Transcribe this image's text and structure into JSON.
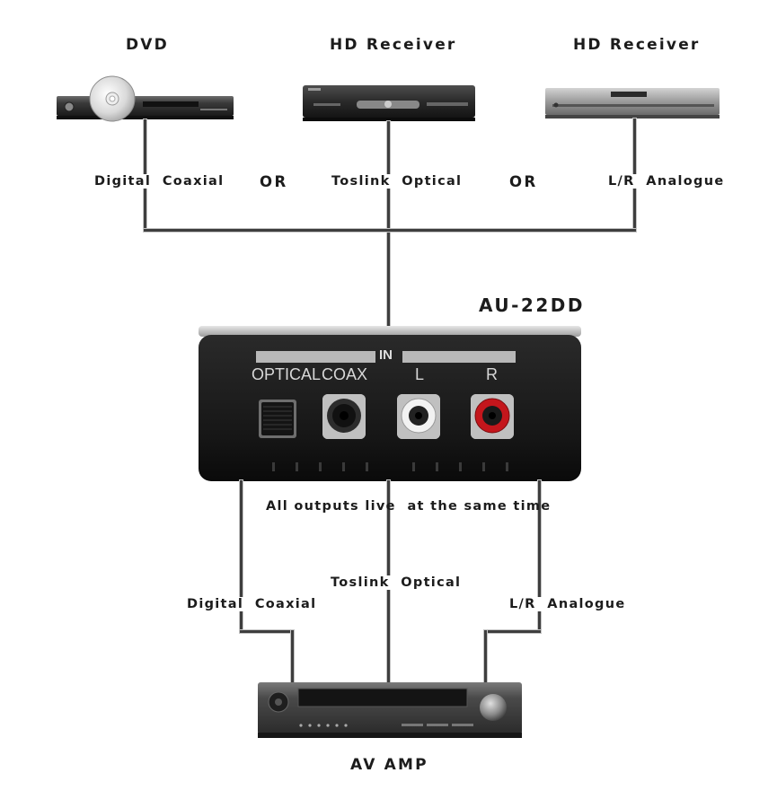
{
  "sources": [
    {
      "title": "DVD",
      "connection": "Digital  Coaxial"
    },
    {
      "title": "HD Receiver",
      "connection": "Toslink  Optical"
    },
    {
      "title": "HD Receiver",
      "connection": "L/R  Analogue"
    }
  ],
  "or_labels": [
    "OR",
    "OR"
  ],
  "device": {
    "model": "AU-22DD",
    "panel_in_label": "IN",
    "port_optical": "OPTICAL",
    "port_coax": "COAX",
    "port_left": "L",
    "port_right": "R"
  },
  "outputs_note": "All outputs live  at the same time",
  "outputs": {
    "coax": "Digital  Coaxial",
    "optical": "Toslink  Optical",
    "analogue": "L/R  Analogue"
  },
  "destination": "AV AMP",
  "colors": {
    "line": "#3e3e3e",
    "device_body": "#1b1b1b",
    "rca_left": "#f2f2f2",
    "rca_right": "#c4161c"
  }
}
